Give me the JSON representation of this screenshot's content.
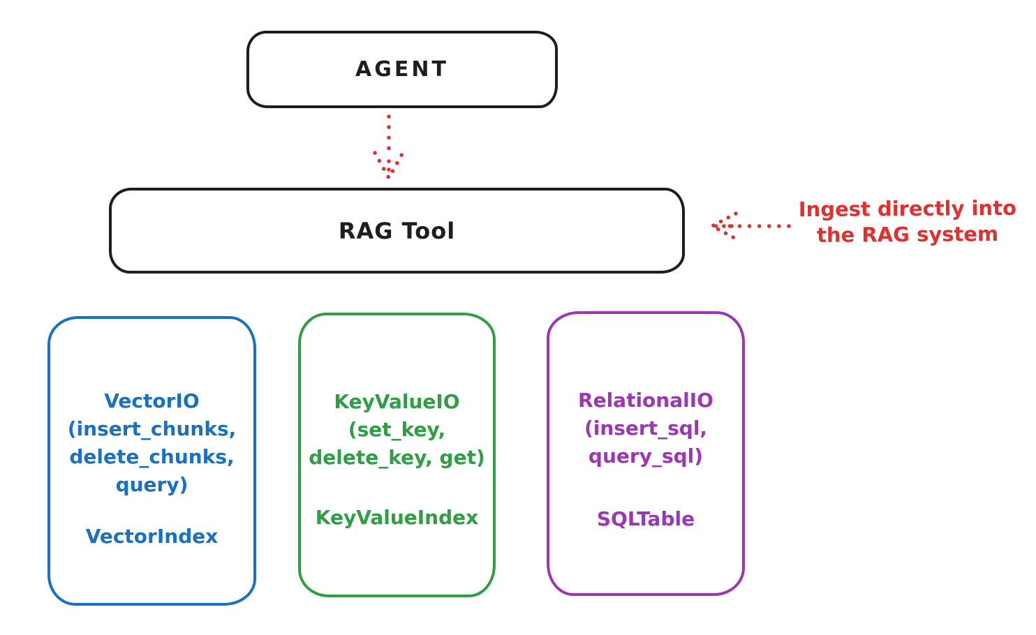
{
  "diagram": {
    "background": "#ffffff",
    "colors": {
      "ink": "#1e1e1e",
      "annotation_red": "#e03131",
      "vector_blue": "#1971c2",
      "keyvalue_green": "#2f9e44",
      "relational_purple": "#9c36b5"
    },
    "nodes": {
      "agent": {
        "label": "AGENT"
      },
      "rag_tool": {
        "label": "RAG Tool"
      }
    },
    "annotation": {
      "line1": "Ingest directly into",
      "line2": "the RAG system"
    },
    "arrows": [
      {
        "name": "agent-to-rag-tool",
        "style": "dotted",
        "direction": "down",
        "color": "#e03131"
      },
      {
        "name": "ingest-into-rag",
        "style": "dotted",
        "direction": "left",
        "color": "#e03131"
      }
    ],
    "backends": [
      {
        "name": "VectorIO",
        "color": "#1971c2",
        "lines": [
          "VectorIO",
          "(insert_chunks,",
          "delete_chunks,",
          "query)"
        ],
        "index": "VectorIndex"
      },
      {
        "name": "KeyValueIO",
        "color": "#2f9e44",
        "lines": [
          "KeyValueIO",
          "(set_key,",
          "delete_key, get)"
        ],
        "index": "KeyValueIndex"
      },
      {
        "name": "RelationalIO",
        "color": "#9c36b5",
        "lines": [
          "RelationalIO",
          "(insert_sql,",
          "query_sql)"
        ],
        "index": "SQLTable"
      }
    ]
  }
}
